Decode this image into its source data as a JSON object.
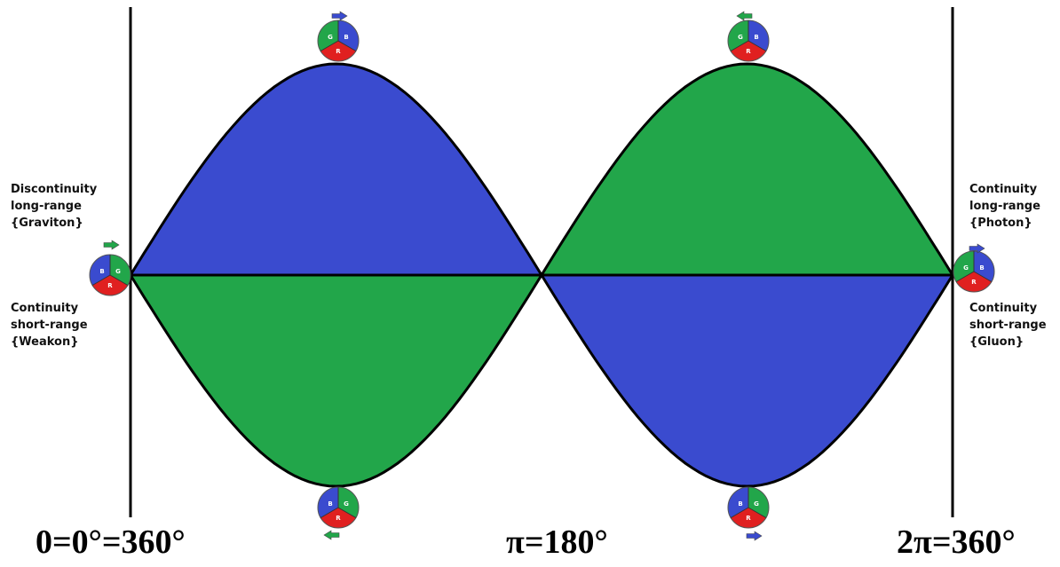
{
  "labels": {
    "left_upper": [
      "Discontinuity",
      "long-range",
      "{Graviton}"
    ],
    "left_lower": [
      "Continuity",
      "short-range",
      "{Weakon}"
    ],
    "right_upper": [
      "Continuity",
      "long-range",
      "{Photon}"
    ],
    "right_lower": [
      "Continuity",
      "short-range",
      "{Gluon}"
    ]
  },
  "axis_labels": {
    "left": "0=0°=360°",
    "middle": "π=180°",
    "right": "2π=360°"
  },
  "colors": {
    "blue": "#3a4bcf",
    "green": "#22a64a",
    "red": "#e02020",
    "line": "#000000"
  },
  "markers": [
    {
      "id": "left-axis",
      "letters": {
        "top_left": "B",
        "top_right": "G",
        "bottom": "R"
      },
      "arrow": "right",
      "arrow_color": "green"
    },
    {
      "id": "top-left-crest",
      "letters": {
        "top_left": "G",
        "top_right": "B",
        "bottom": "R"
      },
      "arrow": "right",
      "arrow_color": "blue"
    },
    {
      "id": "bottom-left-trough",
      "letters": {
        "top_left": "B",
        "top_right": "G",
        "bottom": "R"
      },
      "arrow": "left",
      "arrow_color": "green"
    },
    {
      "id": "top-right-crest",
      "letters": {
        "top_left": "G",
        "top_right": "B",
        "bottom": "R"
      },
      "arrow": "left",
      "arrow_color": "green"
    },
    {
      "id": "bottom-right-trough",
      "letters": {
        "top_left": "B",
        "top_right": "G",
        "bottom": "R"
      },
      "arrow": "right",
      "arrow_color": "blue"
    },
    {
      "id": "right-axis",
      "letters": {
        "top_left": "G",
        "top_right": "B",
        "bottom": "R"
      },
      "arrow": "right",
      "arrow_color": "blue"
    }
  ]
}
